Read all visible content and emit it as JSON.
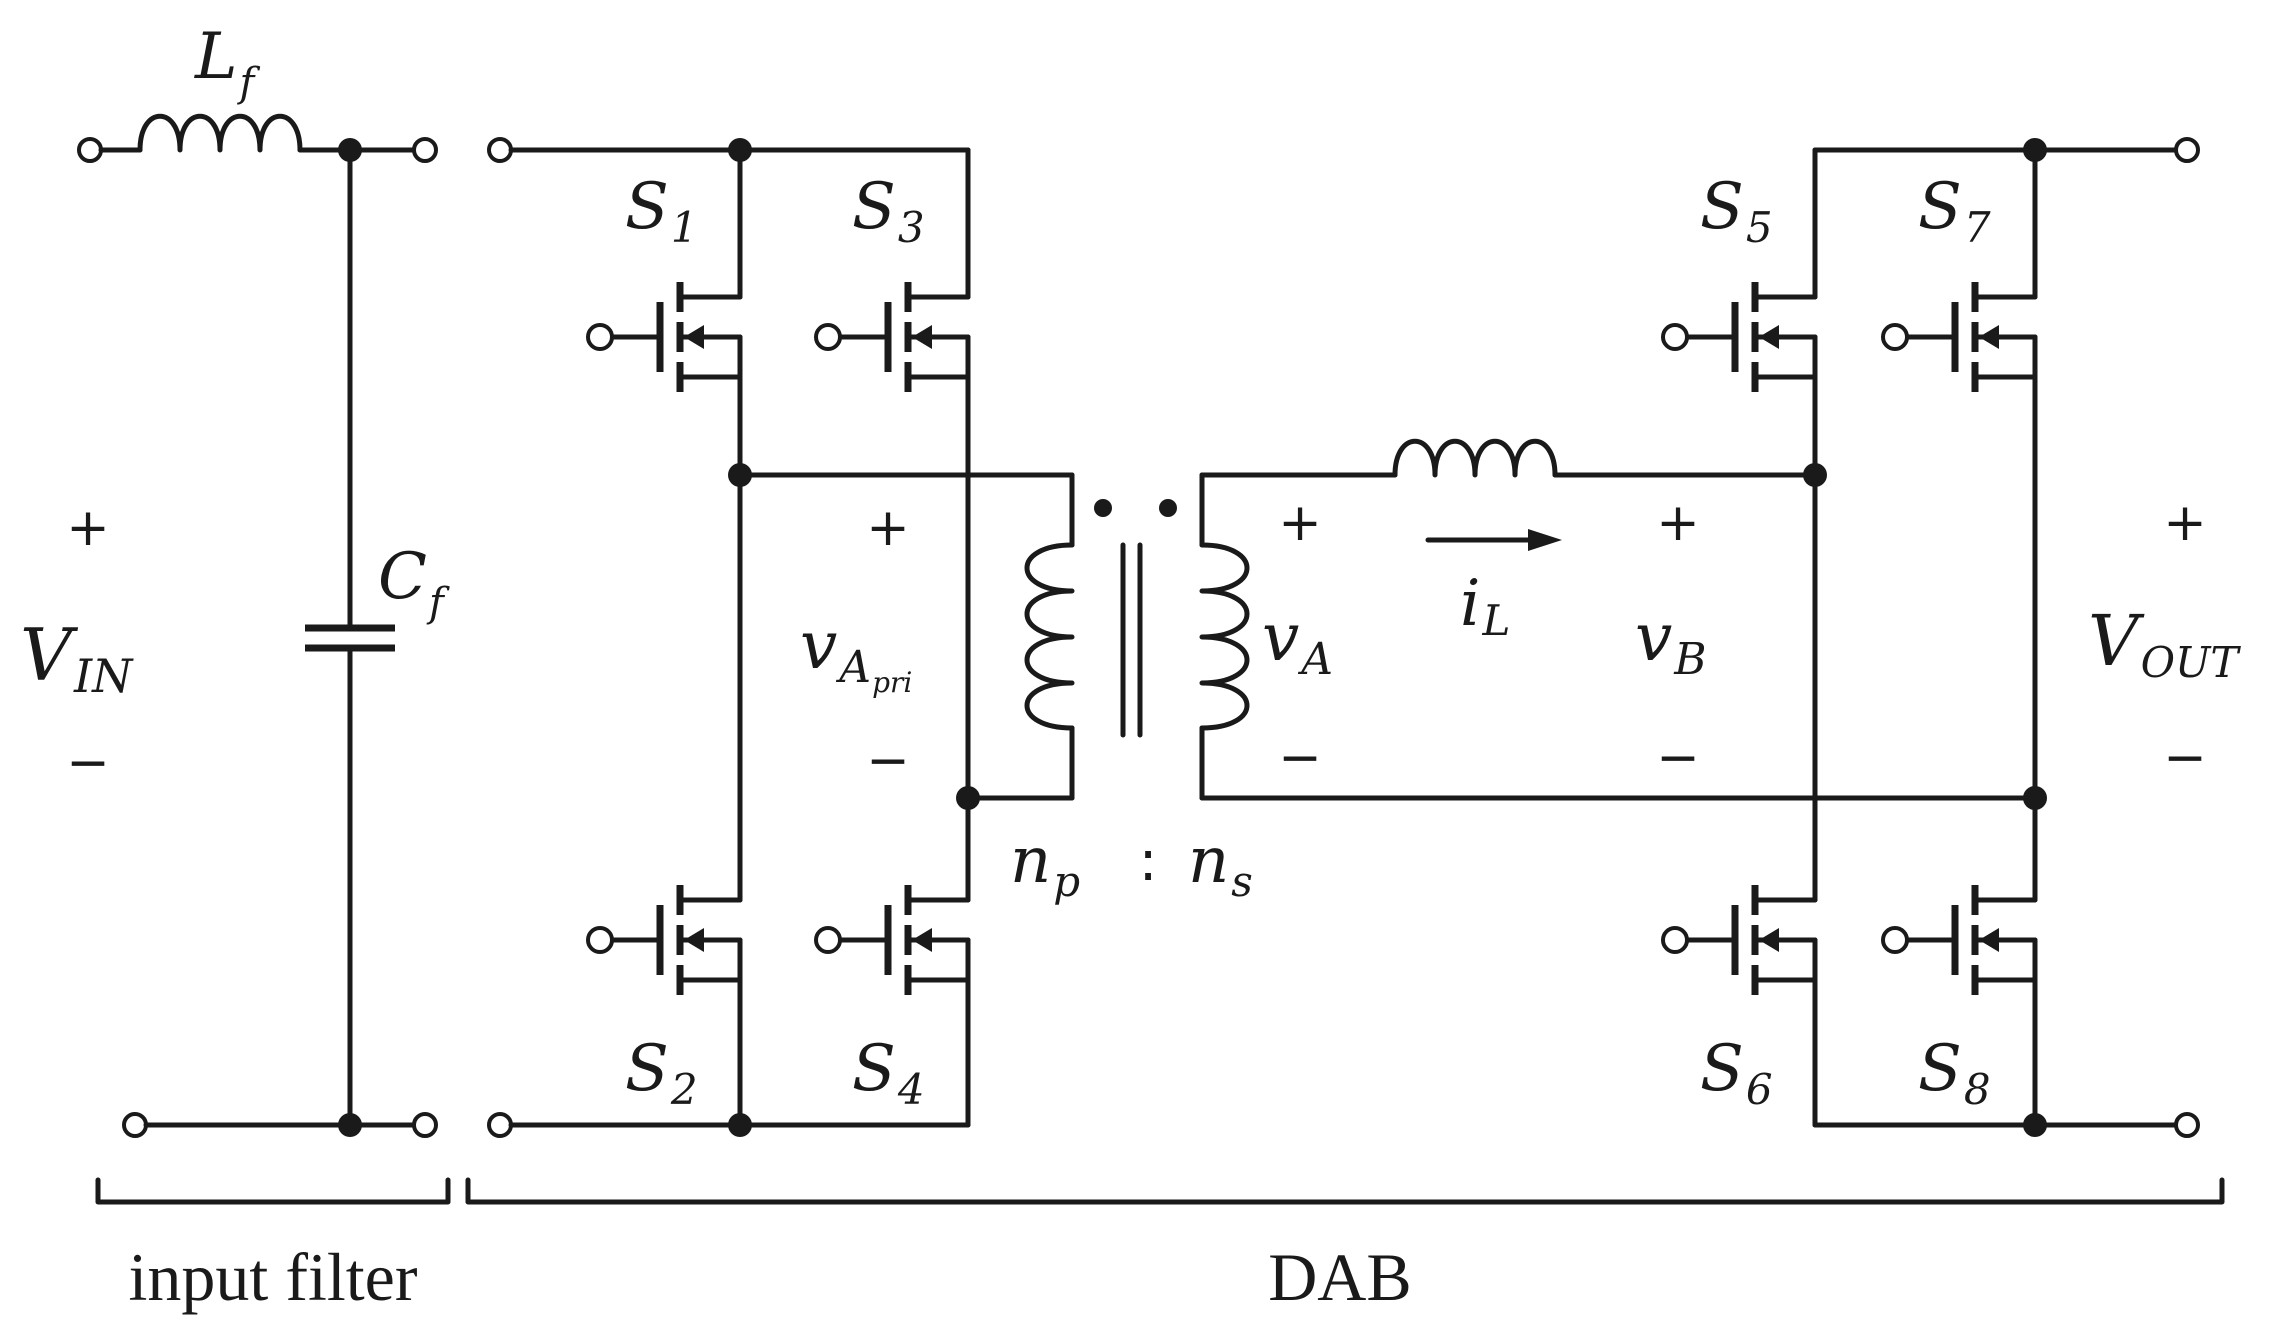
{
  "labels": {
    "Lf": {
      "main": "L",
      "sub": "f"
    },
    "Cf": {
      "main": "C",
      "sub": "f"
    },
    "VIN": {
      "main": "V",
      "sub": "IN"
    },
    "VOUT": {
      "main": "V",
      "sub": "OUT"
    },
    "vApri": {
      "main": "v",
      "sub": "A",
      "subsub": "pri"
    },
    "vA": {
      "main": "v",
      "sub": "A"
    },
    "vB": {
      "main": "v",
      "sub": "B"
    },
    "iL": {
      "main": "i",
      "sub": "L"
    },
    "np": {
      "main": "n",
      "sub": "p"
    },
    "ns": {
      "main": "n",
      "sub": "s"
    },
    "ratio_sep": ":",
    "S1": {
      "main": "S",
      "sub": "1"
    },
    "S2": {
      "main": "S",
      "sub": "2"
    },
    "S3": {
      "main": "S",
      "sub": "3"
    },
    "S4": {
      "main": "S",
      "sub": "4"
    },
    "S5": {
      "main": "S",
      "sub": "5"
    },
    "S6": {
      "main": "S",
      "sub": "6"
    },
    "S7": {
      "main": "S",
      "sub": "7"
    },
    "S8": {
      "main": "S",
      "sub": "8"
    }
  },
  "polarity": {
    "plus": "+",
    "minus": "−"
  },
  "captions": {
    "input_filter": "input filter",
    "dab": "DAB"
  }
}
